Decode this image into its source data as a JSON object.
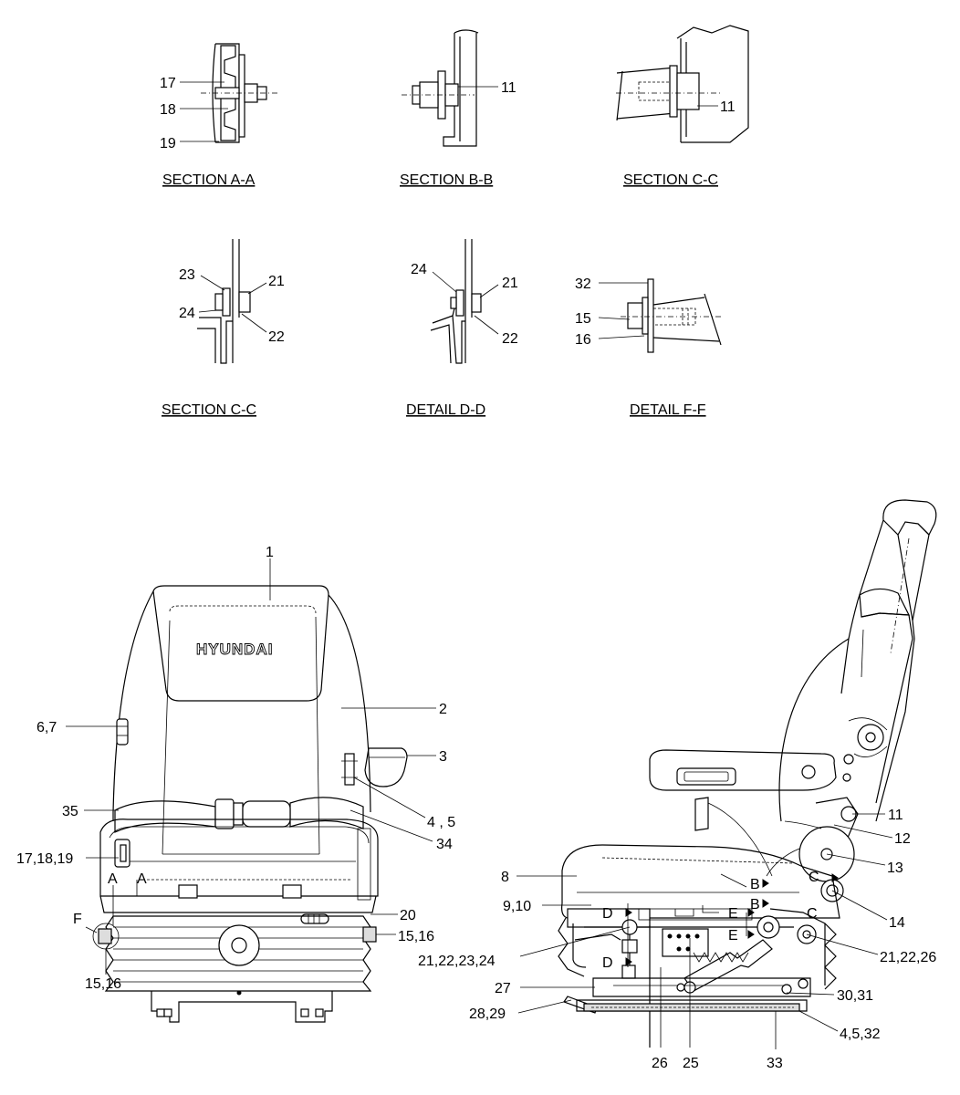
{
  "brand_logo": "HYUNDAI",
  "sections": [
    {
      "title": "SECTION A-A",
      "callouts": [
        "17",
        "18",
        "19"
      ]
    },
    {
      "title": "SECTION B-B",
      "callouts": [
        "11"
      ]
    },
    {
      "title": "SECTION C-C",
      "callouts": [
        "11"
      ]
    },
    {
      "title": "SECTION C-C",
      "callouts": [
        "23",
        "24",
        "21",
        "22"
      ]
    },
    {
      "title": "DETAIL D-D",
      "callouts": [
        "24",
        "21",
        "22"
      ]
    },
    {
      "title": "DETAIL F-F",
      "callouts": [
        "32",
        "15",
        "16"
      ]
    }
  ],
  "front_view": {
    "callouts": [
      "1",
      "2",
      "3",
      "4 , 5",
      "6,7",
      "35",
      "34",
      "17,18,19",
      "20",
      "15,16",
      "15,16",
      "F"
    ],
    "section_marks": [
      "A",
      "A"
    ]
  },
  "side_view": {
    "callouts": [
      "8",
      "9,10",
      "11",
      "12",
      "13",
      "14",
      "21,22,23,24",
      "21,22,26",
      "27",
      "28,29",
      "30,31",
      "4,5,32",
      "26",
      "25",
      "33"
    ],
    "section_marks": [
      "B",
      "B",
      "C",
      "C",
      "D",
      "D",
      "E",
      "E"
    ]
  }
}
